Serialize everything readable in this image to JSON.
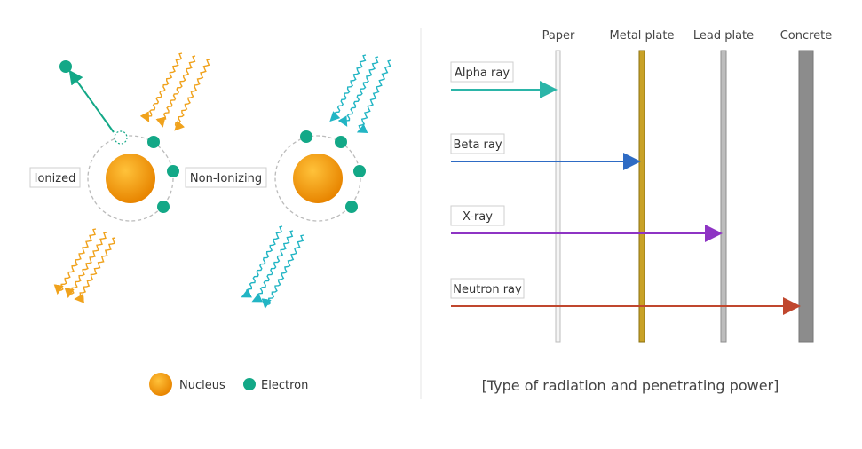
{
  "left_panel": {
    "ionized_label": "Ionized",
    "nonionizing_label": "Non-Ionizing",
    "legend": {
      "nucleus": "Nucleus",
      "electron": "Electron"
    }
  },
  "right_panel": {
    "barriers": [
      {
        "label": "Paper",
        "color": "#f5f5f5"
      },
      {
        "label": "Metal plate",
        "color": "#c9a227"
      },
      {
        "label": "Lead plate",
        "color": "#bdbdbd"
      },
      {
        "label": "Concrete",
        "color": "#8c8c8c"
      }
    ],
    "rays": [
      {
        "label": "Alpha ray",
        "color": "#2bb5a8",
        "stops_at": "Paper"
      },
      {
        "label": "Beta ray",
        "color": "#2e6bc4",
        "stops_at": "Metal plate"
      },
      {
        "label": "X-ray",
        "color": "#8e34c4",
        "stops_at": "Lead plate"
      },
      {
        "label": "Neutron ray",
        "color": "#c0472e",
        "stops_at": "Concrete"
      }
    ],
    "caption": "[Type of radiation and penetrating power]"
  },
  "colors": {
    "nucleus": "#f0960a",
    "electron": "#13a887",
    "orange_wave": "#f0a21c",
    "teal_wave": "#22b5c4"
  }
}
